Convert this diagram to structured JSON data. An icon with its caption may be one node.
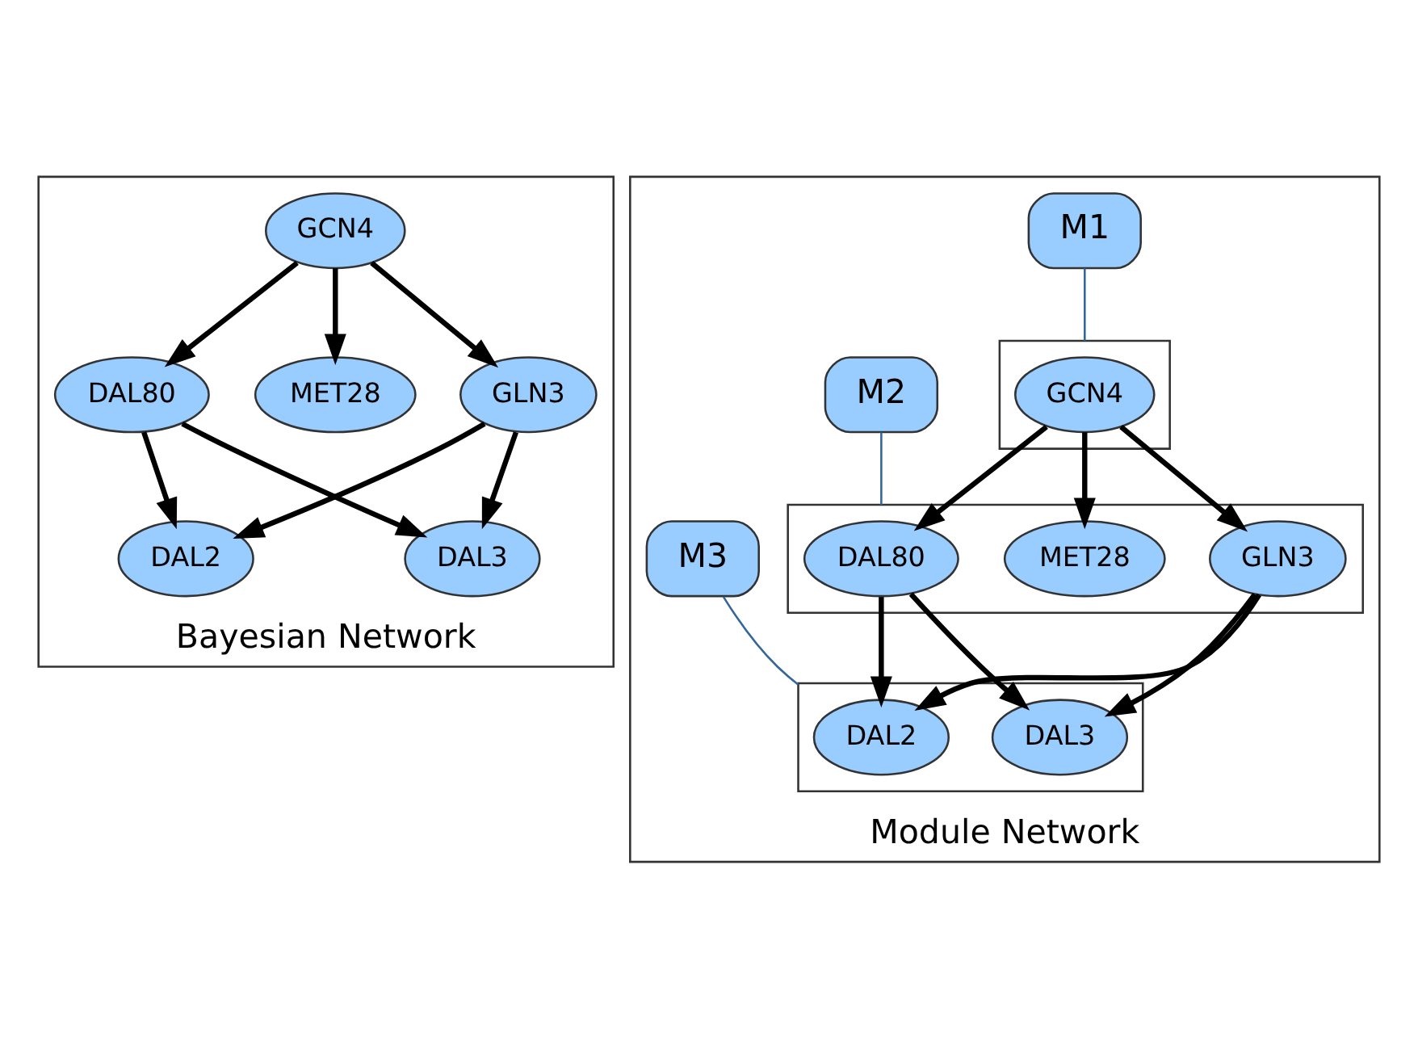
{
  "diagram": {
    "nodes": [
      {
        "text": [
          "Bayesian Network"
        ]
      },
      {
        "text": [
          "GCN4"
        ],
        "in": 0
      },
      {
        "text": [
          "DAL80"
        ],
        "in": 0
      },
      {
        "text": [
          "GLN3"
        ],
        "in": 0
      },
      {
        "text": [
          "MET28"
        ],
        "in": 0
      },
      {
        "text": [
          "DAL2"
        ],
        "in": 0
      },
      {
        "text": [
          "DAL3"
        ],
        "in": 0
      },
      {
        "text": [
          "Module Network"
        ]
      },
      {
        "text": [
          "M1"
        ],
        "in": 7
      },
      {
        "text": [],
        "shape": "box",
        "in": 7
      },
      {
        "text": [
          "GCN4"
        ],
        "in": 9
      },
      {
        "text": [
          "M2"
        ],
        "in": 7
      },
      {
        "text": [],
        "shape": "box",
        "in": 7
      },
      {
        "text": [
          "DAL80"
        ],
        "in": 12
      },
      {
        "text": [
          "GLN3"
        ],
        "in": 12
      },
      {
        "text": [
          "MET28"
        ],
        "in": 12
      },
      {
        "text": [
          "M3"
        ],
        "in": 7
      },
      {
        "text": [],
        "shape": "box",
        "in": 7
      },
      {
        "text": [
          "DAL2"
        ],
        "in": 17
      },
      {
        "text": [
          "DAL3"
        ],
        "in": 17
      }
    ],
    "edges": [
      {
        "from": 1,
        "to": 2,
        "arrow": "to"
      },
      {
        "from": 1,
        "to": 3,
        "arrow": "to"
      },
      {
        "from": 1,
        "to": 4,
        "arrow": "to"
      },
      {
        "from": 2,
        "to": 5,
        "arrow": "to"
      },
      {
        "from": 2,
        "to": 6,
        "arrow": "to"
      },
      {
        "from": 3,
        "to": 5,
        "arrow": "to"
      },
      {
        "from": 3,
        "to": 6,
        "arrow": "to"
      },
      {
        "from": 10,
        "to": 13,
        "arrow": "to"
      },
      {
        "from": 10,
        "to": 14,
        "arrow": "to"
      },
      {
        "from": 10,
        "to": 15,
        "arrow": "to"
      },
      {
        "from": 13,
        "to": 18,
        "arrow": "to"
      },
      {
        "from": 13,
        "to": 19,
        "arrow": "to"
      },
      {
        "from": 14,
        "to": 18,
        "arrow": "to"
      },
      {
        "from": 14,
        "to": 19,
        "arrow": "to"
      },
      {
        "from": 8,
        "to": 9,
        "arrow": "none",
        "color": "#336699"
      },
      {
        "from": 11,
        "to": 12,
        "arrow": "none",
        "color": "#336699"
      },
      {
        "from": 16,
        "to": 17,
        "arrow": "none",
        "color": "#336699"
      }
    ]
  }
}
